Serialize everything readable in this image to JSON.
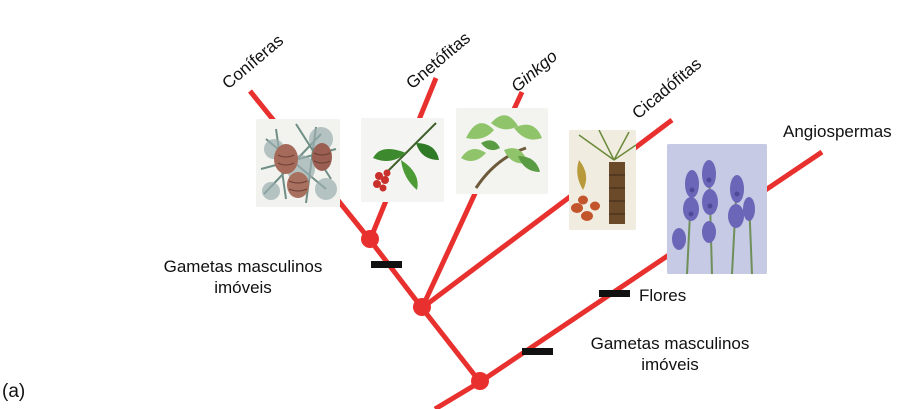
{
  "panel_label": "(a)",
  "taxa": {
    "coniferas": "Coníferas",
    "gnetofitas": "Gnetófitas",
    "ginkgo": "Ginkgo",
    "cicadofitas": "Cicadófitas",
    "angiospermas": "Angiospermas"
  },
  "traits": {
    "upper_line1": "Gametas masculinos",
    "upper_line2": "imóveis",
    "flowers": "Flores",
    "lower_line1": "Gametas masculinos",
    "lower_line2": "imóveis"
  },
  "colors": {
    "branch": "#e8312f",
    "node": "#e8312f",
    "trait_mark": "#111111"
  },
  "images": [
    "cedar-cone-illustration",
    "gnetum-illustration",
    "ginkgo-illustration",
    "cycad-illustration",
    "lavender-photo"
  ]
}
